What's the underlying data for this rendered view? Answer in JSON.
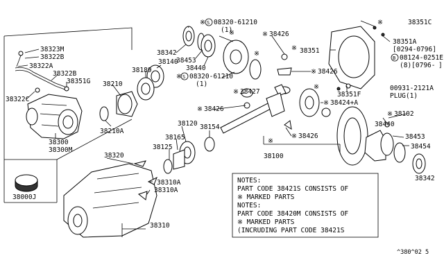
{
  "labels": {
    "p38323M": "38323M",
    "p38322B_a": "38322B",
    "p38322A": "38322A",
    "p38322B_b": "38322B",
    "p38351G": "38351G",
    "p38322C": "38322C",
    "p38300": "38300",
    "p38300M": "38300M",
    "p38000J": "38000J",
    "p38342_l": "38342",
    "p38453_l": "38453",
    "p38440_l": "38440",
    "p38140": "38140",
    "p38189": "38189",
    "p38210": "38210",
    "p38210A": "38210A",
    "p38120": "38120",
    "p38165": "38165",
    "p38125": "38125",
    "p38154": "38154",
    "p38320": "38320",
    "p38310A_a": "38310A",
    "p38310A_b": "38310A",
    "p38310": "38310",
    "p08320_a": "08320-61210",
    "p08320_a_qty": "(1)",
    "p08320_b": "08320-61210",
    "p08320_b_qty": "(1)",
    "p38426_a": "38426",
    "p38426_b": "38426",
    "p38426_c": "38426",
    "p38426_d": "38426",
    "p38427": "38427",
    "p38424A": "38424+A",
    "p38100": "38100",
    "p38351": "38351",
    "p38351C": "38351C",
    "p38351A": "38351A",
    "p38351A_date": "[0294-0796]",
    "p08124": "08124-0251E",
    "p08124_qty": "(8)[0796-",
    "p38351F": "38351F",
    "p00931": "00931-2121A",
    "p00931_plug": "PLUG(1)",
    "p38102": "38102",
    "p38440_r": "38440",
    "p38453_r": "38453",
    "p38454": "38454",
    "p38342_r": "38342"
  },
  "notes": {
    "line1": "NOTES:",
    "line2": "PART CODE 38421S CONSISTS OF",
    "line3": "※ MARKED PARTS",
    "line4": "NOTES:",
    "line5": "PART CODE 38420M CONSISTS OF",
    "line6": "※ MARKED PARTS",
    "line7": "(INCRUDING PART CODE 38421S"
  },
  "marks": {
    "ref_mark": "※",
    "circle_s": "S",
    "circle_b": "B",
    "bracket_end": "]"
  },
  "footer": {
    "code": "^380^02 5"
  }
}
